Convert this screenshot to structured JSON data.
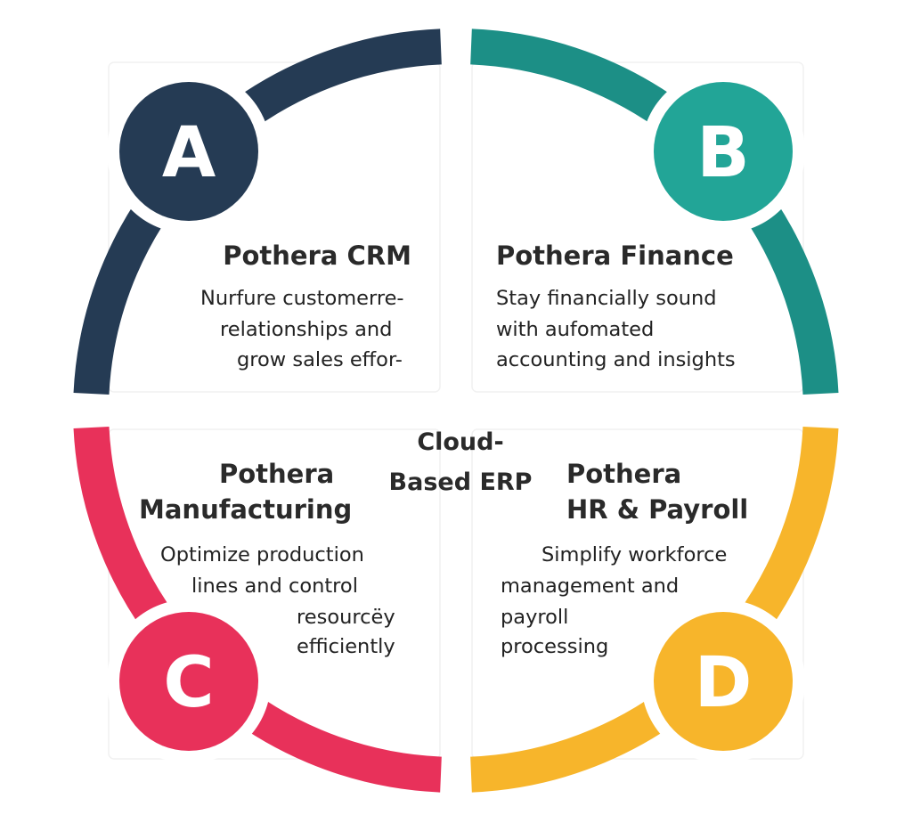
{
  "center": {
    "lines": [
      "Cloud-",
      "Based ERP"
    ]
  },
  "colors": {
    "a": "#253b54",
    "b": "#22a597",
    "b_arc": "#1c8f86",
    "c": "#e8315a",
    "d": "#f7b52b"
  },
  "modules": [
    {
      "letter": "A",
      "title_lines": [
        "Pothera CRM"
      ],
      "body_lines": [
        "Nurfure customerre-",
        "relationships and",
        "grow sales effor-"
      ]
    },
    {
      "letter": "B",
      "title_lines": [
        "Pothera Finance"
      ],
      "body_lines": [
        "Stay financially sound",
        "with aufomated",
        "accounting and insights"
      ]
    },
    {
      "letter": "C",
      "title_lines": [
        "Pothera",
        "Manufacturing"
      ],
      "body_lines": [
        "Optimize production",
        "lines and control",
        "resourcëy",
        "efficiently"
      ]
    },
    {
      "letter": "D",
      "title_lines": [
        "Pothera",
        "HR & Payroll"
      ],
      "body_lines": [
        "Simplify workforce",
        "management and",
        "payroll",
        "processing"
      ]
    }
  ]
}
